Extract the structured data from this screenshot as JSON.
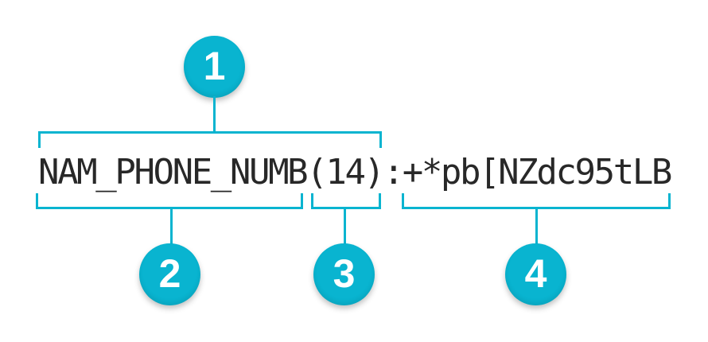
{
  "diagram": {
    "code": {
      "full_text": "NAM_PHONE_NUMB(14):+*pb[NZdc95tLB",
      "field_name": "NAM_PHONE_NUMB",
      "field_length": "(14)",
      "separator": ":",
      "field_value": "+*pb[NZdc95tLB"
    },
    "callouts": [
      {
        "number": "1"
      },
      {
        "number": "2"
      },
      {
        "number": "3"
      },
      {
        "number": "4"
      }
    ],
    "colors": {
      "accent": "#09b4d0",
      "code_text": "#282828",
      "callout_number": "#ffffff",
      "background": "#ffffff"
    }
  }
}
